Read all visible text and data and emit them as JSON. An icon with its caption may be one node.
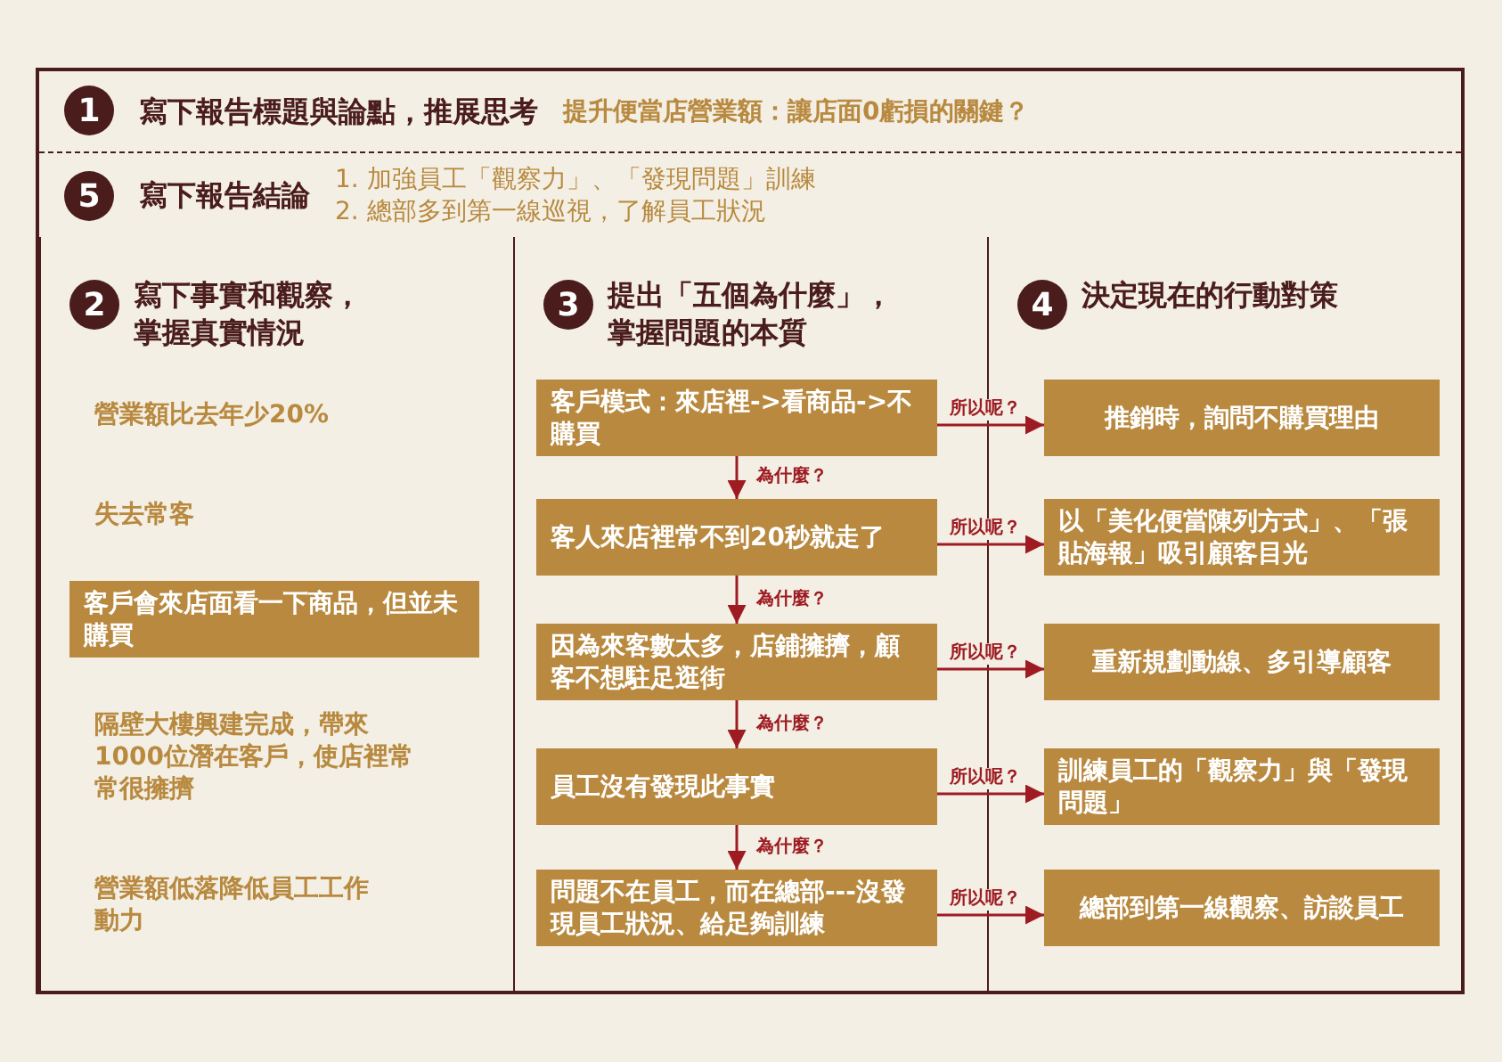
{
  "diagram": {
    "nodes": [
      {
        "text": [
          "寫下報告標題與論點，推展思考",
          "提升便當店營業額：讓店面0虧損的關鍵？"
        ]
      },
      {
        "text": [
          "1"
        ],
        "in": 0
      },
      {
        "text": [
          "寫下報告結論",
          "1. 加強員工「觀察力」、「發現問題」訓練",
          "2. 總部多到第一線巡視，了解員工狀況"
        ]
      },
      {
        "text": [
          "5"
        ],
        "in": 2
      },
      {
        "text": [
          "寫下事實和觀察，掌握真實情況"
        ]
      },
      {
        "text": [
          "2"
        ],
        "in": 4
      },
      {
        "text": [
          "營業額比去年少20%"
        ],
        "in": 4
      },
      {
        "text": [
          "失去常客"
        ],
        "in": 4
      },
      {
        "text": [
          "客戶會來店面看一下商品，但並未購買"
        ],
        "in": 4
      },
      {
        "text": [
          "隔壁大樓興建完成，帶來1000位潛在客戶，使店裡常常很擁擠"
        ],
        "in": 4
      },
      {
        "text": [
          "營業額低落降低員工工作動力"
        ],
        "in": 4
      },
      {
        "text": [
          "提出「五個為什麼」，掌握問題的本質"
        ]
      },
      {
        "text": [
          "3"
        ],
        "in": 11
      },
      {
        "text": [
          "客戶模式：來店裡->看商品->不購買"
        ],
        "in": 11
      },
      {
        "text": [
          "客人來店裡常不到20秒就走了"
        ],
        "in": 11
      },
      {
        "text": [
          "因為來客數太多，店鋪擁擠，顧客不想駐足逛街"
        ],
        "in": 11
      },
      {
        "text": [
          "員工沒有發現此事實"
        ],
        "in": 11
      },
      {
        "text": [
          "問題不在員工，而在總部---沒發現員工狀況、給足夠訓練"
        ],
        "in": 11
      },
      {
        "text": [
          "決定現在的行動對策"
        ]
      },
      {
        "text": [
          "4"
        ],
        "in": 18
      },
      {
        "text": [
          "推銷時，詢問不購買理由"
        ],
        "in": 18
      },
      {
        "text": [
          "以「美化便當陳列方式」、「張貼海報」吸引顧客目光"
        ],
        "in": 18
      },
      {
        "text": [
          "重新規劃動線、多引導顧客"
        ],
        "in": 18
      },
      {
        "text": [
          "訓練員工的「觀察力」與「發現問題」"
        ],
        "in": 18
      },
      {
        "text": [
          "總部到第一線觀察、訪談員工"
        ],
        "in": 18
      }
    ],
    "edges": [
      {
        "from": 13,
        "to": 14,
        "arrow": "to",
        "label": "為什麼？"
      },
      {
        "from": 14,
        "to": 15,
        "arrow": "to",
        "label": "為什麼？"
      },
      {
        "from": 15,
        "to": 16,
        "arrow": "to",
        "label": "為什麼？"
      },
      {
        "from": 16,
        "to": 17,
        "arrow": "to",
        "label": "為什麼？"
      },
      {
        "from": 13,
        "to": 20,
        "arrow": "to",
        "label": "所以呢？"
      },
      {
        "from": 14,
        "to": 21,
        "arrow": "to",
        "label": "所以呢？"
      },
      {
        "from": 15,
        "to": 22,
        "arrow": "to",
        "label": "所以呢？"
      },
      {
        "from": 16,
        "to": 23,
        "arrow": "to",
        "label": "所以呢？"
      },
      {
        "from": 17,
        "to": 24,
        "arrow": "to",
        "label": "所以呢？"
      }
    ]
  }
}
